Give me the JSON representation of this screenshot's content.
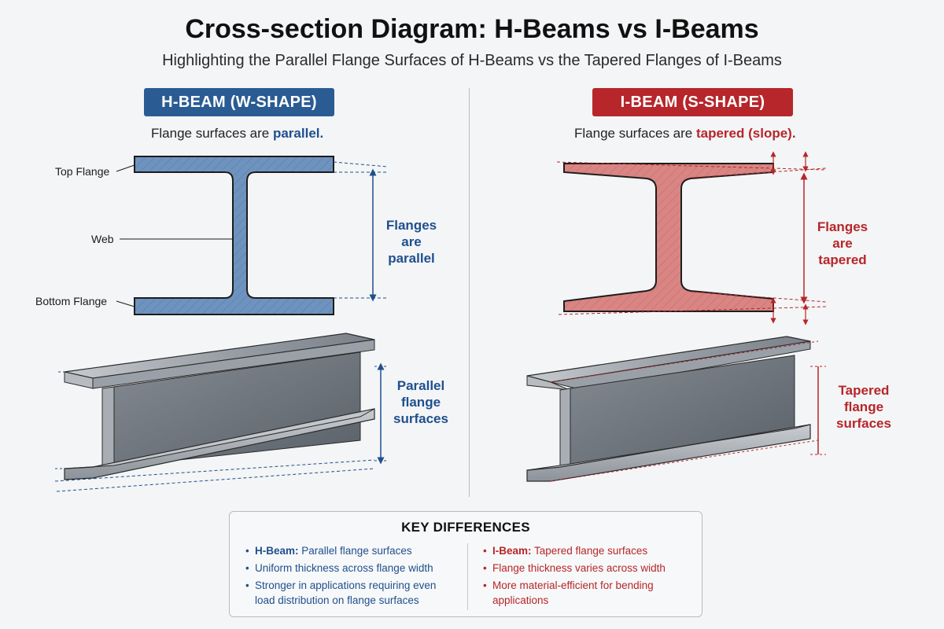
{
  "header": {
    "title": "Cross-section Diagram: H-Beams vs I-Beams",
    "subtitle": "Highlighting the Parallel Flange Surfaces of H-Beams vs the Tapered Flanges of I-Beams"
  },
  "h_beam": {
    "badge": "H-BEAM (W-SHAPE)",
    "note_prefix": "Flange surfaces are ",
    "note_highlight": "parallel.",
    "labels": {
      "top_flange": "Top Flange",
      "web": "Web",
      "bottom_flange": "Bottom Flange"
    },
    "callout_section": [
      "Flanges",
      "are",
      "parallel"
    ],
    "callout_3d": [
      "Parallel",
      "flange",
      "surfaces"
    ]
  },
  "i_beam": {
    "badge": "I-BEAM (S-SHAPE)",
    "note_prefix": "Flange surfaces are ",
    "note_highlight": "tapered (slope).",
    "callout_section": [
      "Flanges",
      "are",
      "tapered"
    ],
    "callout_3d": [
      "Tapered",
      "flange",
      "surfaces"
    ]
  },
  "key_differences": {
    "title": "KEY DIFFERENCES",
    "h_items": [
      {
        "strong": "H-Beam:",
        "text": " Parallel flange surfaces"
      },
      {
        "strong": "",
        "text": "Uniform thickness across flange width"
      },
      {
        "strong": "",
        "text": "Stronger in applications requiring even load distribution on flange surfaces"
      }
    ],
    "i_items": [
      {
        "strong": "I-Beam:",
        "text": " Tapered flange surfaces"
      },
      {
        "strong": "",
        "text": "Flange thickness varies across width"
      },
      {
        "strong": "",
        "text": "More material-efficient for bending applications"
      }
    ]
  },
  "colors": {
    "h_accent": "#2a5c93",
    "i_accent": "#b6262a",
    "h_fill": "#6f93bf",
    "i_fill": "#d98583",
    "steel": "#8a8f95"
  }
}
